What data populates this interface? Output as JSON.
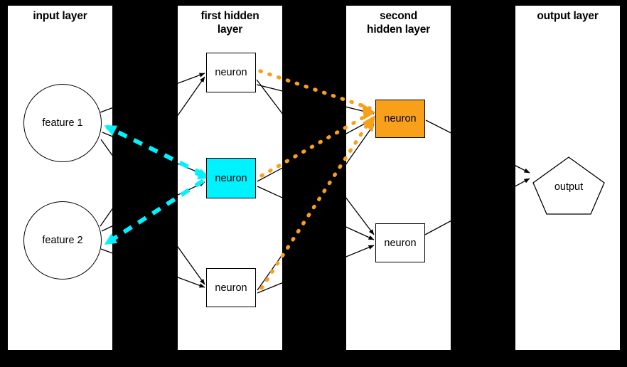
{
  "diagram": {
    "title": "neural network layers diagram",
    "background_color": "#000000",
    "panel_color": "#ffffff",
    "highlight_colors": {
      "cyan": "#00F2FF",
      "orange": "#F9A01B",
      "edge": "#000000"
    }
  },
  "layers": [
    {
      "id": "input",
      "title": "input layer"
    },
    {
      "id": "hidden1",
      "title": "first hidden\nlayer"
    },
    {
      "id": "hidden2",
      "title": "second\nhidden layer"
    },
    {
      "id": "output",
      "title": "output layer"
    }
  ],
  "titles": {
    "input": "input layer",
    "hidden1_line1": "first hidden",
    "hidden1_line2": "layer",
    "hidden2_line1": "second",
    "hidden2_line2": "hidden layer",
    "output": "output layer"
  },
  "nodes": {
    "input": [
      {
        "id": "feature-1",
        "label": "feature 1",
        "shape": "circle",
        "fill": "#ffffff"
      },
      {
        "id": "feature-2",
        "label": "feature 2",
        "shape": "circle",
        "fill": "#ffffff"
      }
    ],
    "hidden1": [
      {
        "id": "h1-top",
        "label": "neuron",
        "shape": "rect",
        "fill": "#ffffff"
      },
      {
        "id": "h1-middle",
        "label": "neuron",
        "shape": "rect",
        "fill": "#00F2FF",
        "highlighted": true
      },
      {
        "id": "h1-bottom",
        "label": "neuron",
        "shape": "rect",
        "fill": "#ffffff"
      }
    ],
    "hidden2": [
      {
        "id": "h2-top",
        "label": "neuron",
        "shape": "rect",
        "fill": "#F9A01B",
        "highlighted": true
      },
      {
        "id": "h2-bottom",
        "label": "neuron",
        "shape": "rect",
        "fill": "#ffffff"
      }
    ],
    "output": [
      {
        "id": "output-node",
        "label": "output",
        "shape": "pentagon",
        "fill": "#ffffff"
      }
    ]
  },
  "edges": {
    "solid_count": 13,
    "cyan_dashed": {
      "color": "#00F2FF",
      "style": "dashed",
      "from": "h1-middle",
      "to": [
        "feature-1",
        "feature-2"
      ],
      "direction": "backward"
    },
    "orange_dotted": {
      "color": "#F9A01B",
      "style": "dotted",
      "from": "h2-top",
      "to": [
        "h1-top",
        "h1-middle",
        "h1-bottom"
      ],
      "direction": "backward"
    }
  }
}
